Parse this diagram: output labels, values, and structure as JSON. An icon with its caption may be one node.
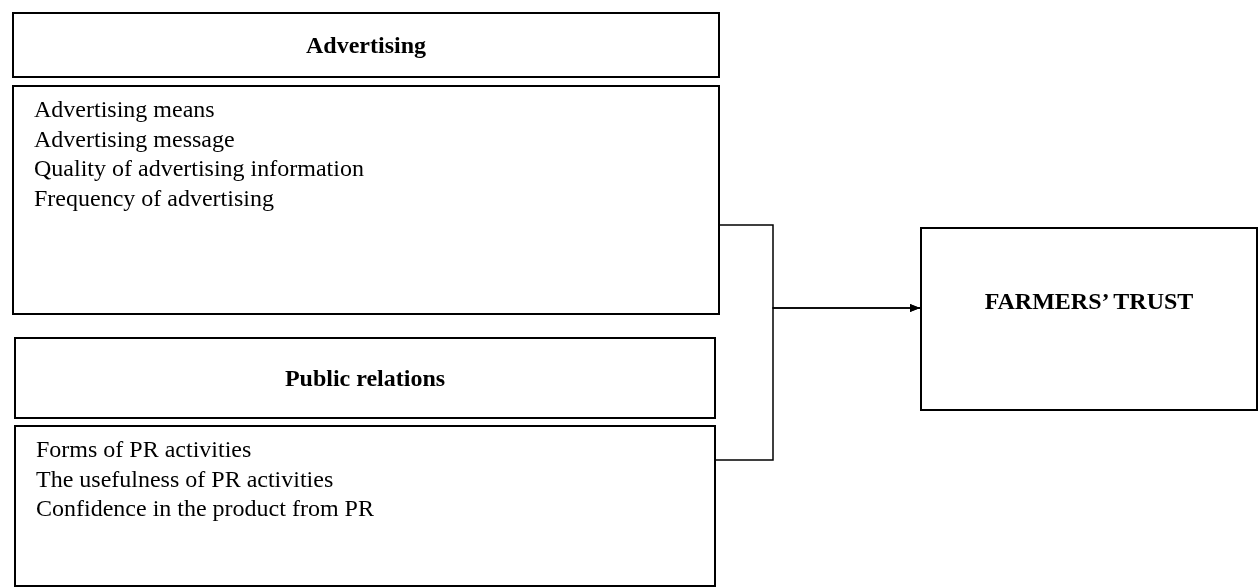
{
  "diagram": {
    "nodes": [
      {
        "text": [
          "Advertising"
        ]
      },
      {
        "text": [
          "Advertising means",
          "Advertising message",
          "Quality of advertising information",
          "Frequency of advertising"
        ]
      },
      {
        "text": [
          "Public relations"
        ]
      },
      {
        "text": [
          "Forms of PR activities",
          "The usefulness of PR activities",
          "Confidence in the product from PR"
        ]
      },
      {
        "text": [
          "FARMERS’ TRUST"
        ]
      }
    ],
    "edges": [
      {
        "from": 1,
        "to": 4,
        "arrow": "to"
      },
      {
        "from": 3,
        "to": 4,
        "arrow": "to"
      }
    ]
  }
}
